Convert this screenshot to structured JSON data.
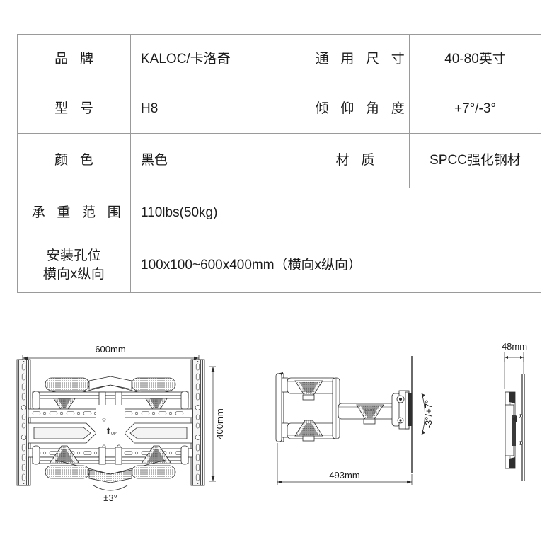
{
  "spec_table": {
    "rows": [
      {
        "label_1": "品 牌",
        "value_1": "KALOC/卡洛奇",
        "label_2": "通 用 尺 寸",
        "value_2": "40-80英寸"
      },
      {
        "label_1": "型 号",
        "value_1": "H8",
        "label_2": "倾 仰 角 度",
        "value_2": "+7°/-3°"
      },
      {
        "label_1": "颜 色",
        "value_1": "黑色",
        "label_2": "材 质",
        "value_2": "SPCC强化钢材"
      },
      {
        "label_1": "承 重 范 围",
        "value_1": "110lbs(50kg)",
        "label_2": "",
        "value_2": ""
      }
    ],
    "last_row": {
      "label_line_1": "安装孔位",
      "label_line_2": "横向x纵向",
      "value": "100x100~600x400mm（横向x纵向）"
    }
  },
  "diagrams": {
    "front_view": {
      "name": "front-view",
      "width_label": "600mm",
      "height_label": "400mm",
      "swivel_label": "±3°"
    },
    "side_view": {
      "name": "side-view",
      "extension_label": "493mm",
      "tilt_label": "-3°/+7°"
    },
    "profile_view": {
      "name": "profile-view",
      "depth_label": "48mm"
    }
  },
  "colors": {
    "border": "#9a9a9a",
    "text": "#1c1c1c",
    "line": "#2b2b2b",
    "fill_light": "#f2f2f2",
    "fill_mid": "#d9d9d9",
    "background": "#ffffff"
  }
}
